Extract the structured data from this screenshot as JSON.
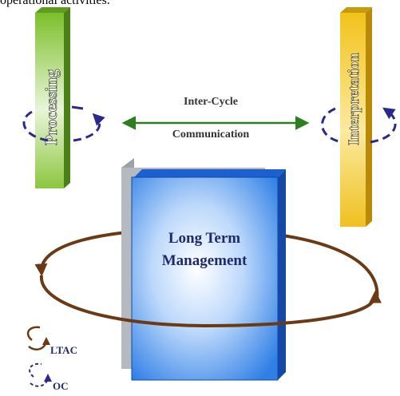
{
  "caption": "operational activities.",
  "pillars": {
    "left_label": "Processing",
    "right_label": "Interpretation"
  },
  "link": {
    "line1": "Inter-Cycle",
    "line2": "Communication"
  },
  "box": {
    "line1": "Long Term",
    "line2": "Management"
  },
  "legend": {
    "ltac_label": "LTAC",
    "oc_label": "OC"
  },
  "colors": {
    "green_pillar": "#8cc63f",
    "yellow_pillar": "#f0c020",
    "blue_box": "#3a8ae8",
    "ltac_loop": "#6b3a14",
    "oc_loop": "#2a2a8c",
    "link_arrow": "#2e7d1e",
    "text_navy": "#1f2a6b"
  }
}
